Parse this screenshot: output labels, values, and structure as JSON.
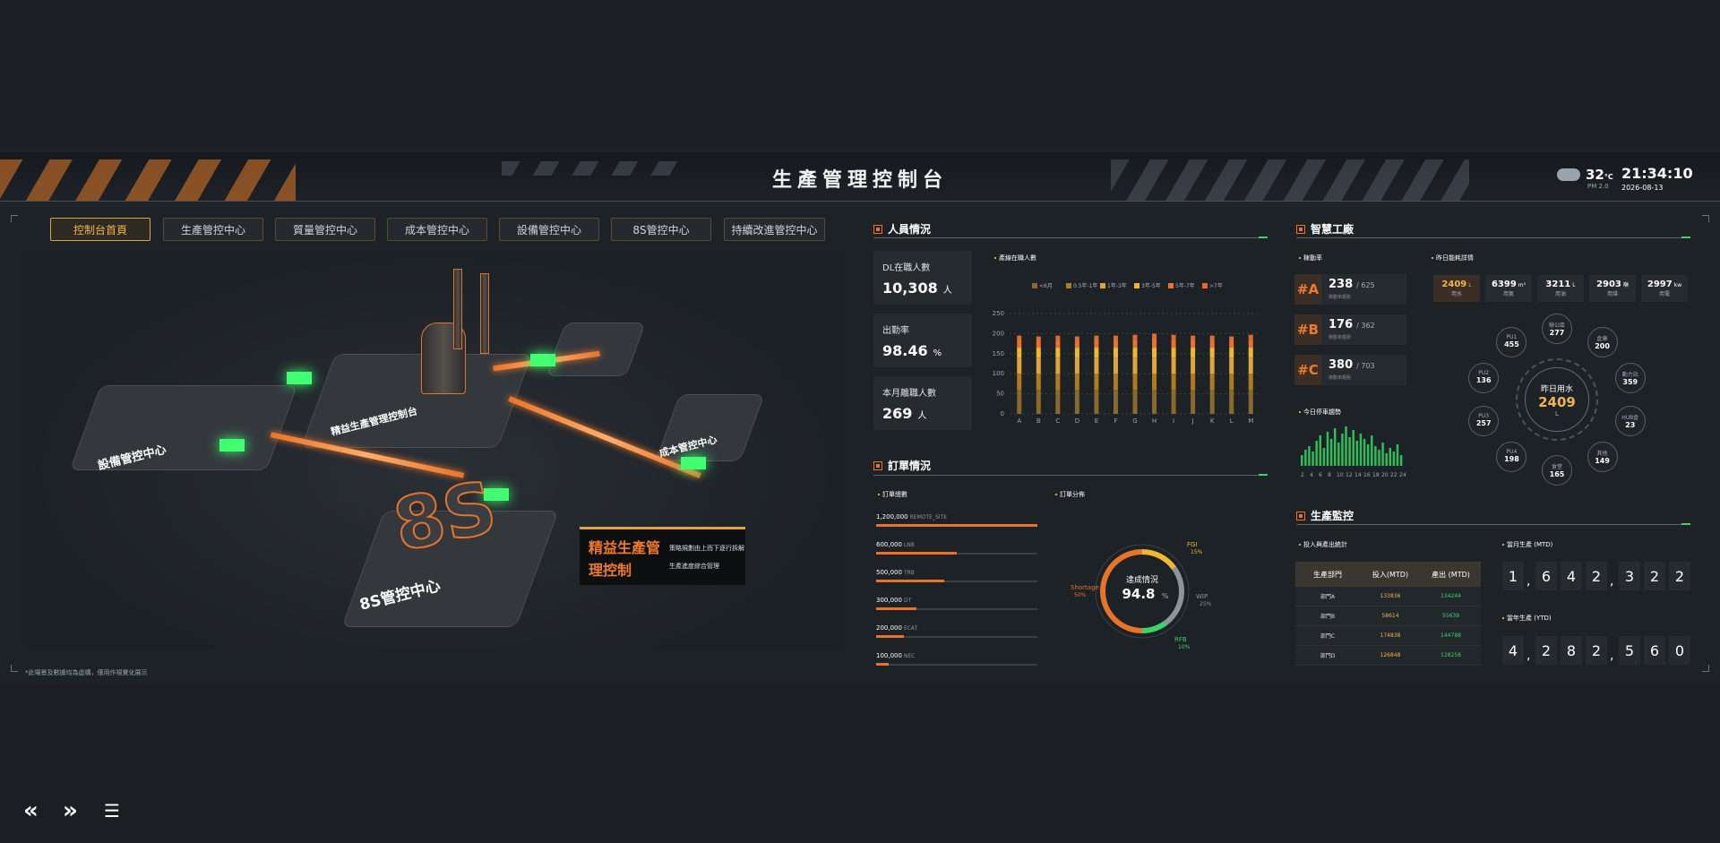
{
  "header": {
    "title": "生產管理控制台",
    "temp": "32",
    "temp_unit": "°C",
    "pm": "PM 2.0",
    "time": "21:34:10",
    "date": "2026-08-13"
  },
  "nav": [
    {
      "label": "控制台首頁",
      "active": true
    },
    {
      "label": "生產管控中心"
    },
    {
      "label": "質量管控中心"
    },
    {
      "label": "成本管控中心"
    },
    {
      "label": "設備管控中心"
    },
    {
      "label": "8S管控中心"
    },
    {
      "label": "持續改進管控中心"
    }
  ],
  "scene": {
    "promo_title": "精益生產管理控制",
    "promo_lines": [
      "策略規劃由上而下逐行拆解",
      "生產進度綜合管理"
    ],
    "labels": [
      "設備管控中心",
      "精益生產管理控制台",
      "成本管控中心",
      "8S管控中心"
    ],
    "big_text": "8S",
    "footnote": "*此場景及數據均為虛構，僅用作視覺化展示"
  },
  "personnel": {
    "title": "人員情況",
    "kpis": [
      {
        "label": "DL在職人數",
        "value": "10,308",
        "unit": "人"
      },
      {
        "label": "出勤率",
        "value": "98.46",
        "unit": "%"
      },
      {
        "label": "本月離職人數",
        "value": "269",
        "unit": "人"
      }
    ],
    "chart_title": "產線在職人數"
  },
  "chart_data": {
    "type": "bar",
    "stacked": true,
    "categories": [
      "A",
      "B",
      "C",
      "D",
      "E",
      "F",
      "G",
      "H",
      "I",
      "J",
      "K",
      "L",
      "M"
    ],
    "series": [
      {
        "name": "<6月",
        "color": "#8a6a2a",
        "values": [
          60,
          60,
          60,
          60,
          60,
          60,
          60,
          60,
          60,
          60,
          60,
          60,
          60
        ]
      },
      {
        "name": "0.5年-1年",
        "color": "#b07a20",
        "values": [
          40,
          40,
          40,
          40,
          40,
          40,
          40,
          40,
          40,
          40,
          40,
          40,
          40
        ]
      },
      {
        "name": "1年-3年",
        "color": "#e0a53a",
        "values": [
          40,
          40,
          40,
          40,
          40,
          40,
          40,
          40,
          40,
          40,
          40,
          40,
          40
        ]
      },
      {
        "name": "3年-5年",
        "color": "#f0b830",
        "values": [
          25,
          25,
          25,
          25,
          25,
          25,
          25,
          25,
          25,
          25,
          25,
          25,
          25
        ]
      },
      {
        "name": "5年-7年",
        "color": "#e8742a",
        "values": [
          20,
          18,
          20,
          18,
          20,
          20,
          22,
          25,
          22,
          20,
          20,
          18,
          22
        ]
      },
      {
        "name": ">7年",
        "color": "#e86a2a",
        "values": [
          10,
          10,
          10,
          10,
          10,
          10,
          10,
          10,
          10,
          10,
          10,
          10,
          10
        ]
      }
    ],
    "y_ticks": [
      0,
      50,
      100,
      150,
      200,
      250
    ],
    "ylim": [
      0,
      250
    ],
    "legend": "top"
  },
  "orders": {
    "title": "訂單情況",
    "sub_summary": "訂單總數",
    "sub_dist": "訂單分佈",
    "rows": [
      {
        "value": "1,200,000",
        "key": "REMOTE_SITE",
        "frac": 1.0
      },
      {
        "value": "600,000",
        "key": "LNB",
        "frac": 0.5
      },
      {
        "value": "500,000",
        "key": "TRB",
        "frac": 0.42
      },
      {
        "value": "300,000",
        "key": "DT",
        "frac": 0.25
      },
      {
        "value": "200,000",
        "key": "ECAT",
        "frac": 0.17
      },
      {
        "value": "100,000",
        "key": "NEC",
        "frac": 0.08
      }
    ],
    "donut": {
      "center_label": "達成情況",
      "center_value": "94.8",
      "center_unit": "%",
      "segments": [
        {
          "label": "Shortage",
          "pct": "50%",
          "value": 50,
          "color": "#e8742a"
        },
        {
          "label": "FGI",
          "pct": "15%",
          "value": 15,
          "color": "#f0b830"
        },
        {
          "label": "WIP",
          "pct": "25%",
          "value": 25,
          "color": "#8d949b"
        },
        {
          "label": "RFB",
          "pct": "10%",
          "value": 10,
          "color": "#3cd36a"
        }
      ]
    }
  },
  "factory": {
    "title": "智慧工廠",
    "sub_lines": "稼動率",
    "sub_water": "昨日能耗詳情",
    "lines": [
      {
        "tag": "#A",
        "value": "238",
        "total": "/ 625",
        "sub": "稼動率趨勢"
      },
      {
        "tag": "#B",
        "value": "176",
        "total": "/ 362",
        "sub": "稼動率趨勢"
      },
      {
        "tag": "#C",
        "value": "380",
        "total": "/ 703",
        "sub": "稼動率趨勢"
      }
    ],
    "trend_label": "今日停車趨勢",
    "trend_x": [
      "2",
      "4",
      "6",
      "8",
      "10",
      "12",
      "14",
      "16",
      "18",
      "20",
      "22",
      "24"
    ],
    "trend_values": [
      12,
      18,
      22,
      16,
      28,
      34,
      20,
      38,
      30,
      42,
      26,
      36,
      44,
      32,
      40,
      28,
      36,
      30,
      24,
      34,
      22,
      18,
      26,
      14,
      20,
      16,
      24,
      12
    ],
    "water": [
      {
        "value": "2409",
        "unit": "L",
        "name": "用水",
        "hl": true
      },
      {
        "value": "6399",
        "unit": "m³",
        "name": "用氣"
      },
      {
        "value": "3211",
        "unit": "L",
        "name": "用油"
      },
      {
        "value": "2903",
        "unit": "噸",
        "name": "用煤"
      },
      {
        "value": "2997",
        "unit": "kw",
        "name": "用電"
      }
    ],
    "gauge": {
      "name": "昨日用水",
      "value": "2409",
      "unit": "L"
    },
    "nodes": [
      {
        "name": "辦公區",
        "value": "277"
      },
      {
        "name": "倉庫",
        "value": "200"
      },
      {
        "name": "動力站",
        "value": "359"
      },
      {
        "name": "HUB倉",
        "value": "23"
      },
      {
        "name": "其他",
        "value": "149"
      },
      {
        "name": "食堂",
        "value": "165"
      },
      {
        "name": "PU4",
        "value": "198"
      },
      {
        "name": "PU3",
        "value": "257"
      },
      {
        "name": "PU2",
        "value": "136"
      },
      {
        "name": "PU1",
        "value": "455"
      }
    ]
  },
  "production": {
    "title": "生產監控",
    "sub_table": "投入與產出統計",
    "headers": [
      "生產部門",
      "投入(MTD)",
      "產出 (MTD)"
    ],
    "rows": [
      {
        "dept": "部門A",
        "in": "133836",
        "out": "134244"
      },
      {
        "dept": "部門B",
        "in": "58614",
        "out": "55639"
      },
      {
        "dept": "部門C",
        "in": "174838",
        "out": "144788"
      },
      {
        "dept": "部門D",
        "in": "126848",
        "out": "128258"
      }
    ],
    "sub_month": "當月生產 (MTD)",
    "month_digits": [
      "1",
      "6",
      "4",
      "2",
      "3",
      "2",
      "2"
    ],
    "sub_year": "當年生產 (YTD)",
    "year_digits": [
      "4",
      "2",
      "8",
      "2",
      "5",
      "6",
      "0"
    ]
  },
  "toolbar": {
    "prev": "«",
    "next": "»",
    "menu": "☰"
  }
}
